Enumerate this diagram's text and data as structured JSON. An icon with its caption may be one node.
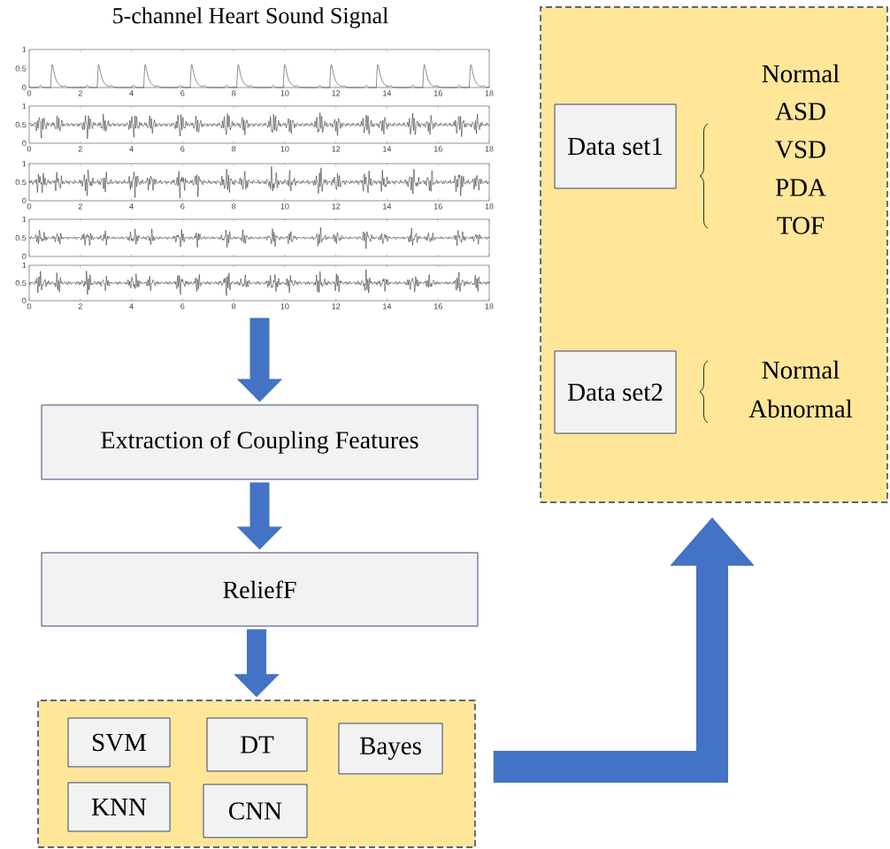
{
  "diagram": {
    "nodes": [
      {
        "text": [
          "5-channel Heart Sound Signal"
        ]
      },
      {
        "text": [
          "Extraction of Coupling Features"
        ]
      },
      {
        "text": [
          "ReliefF"
        ]
      },
      {
        "text": [],
        "shape": "box"
      },
      {
        "text": [
          "SVM"
        ],
        "in": 3
      },
      {
        "text": [
          "DT"
        ],
        "in": 3
      },
      {
        "text": [
          "Bayes"
        ],
        "in": 3
      },
      {
        "text": [
          "KNN"
        ],
        "in": 3
      },
      {
        "text": [
          "CNN"
        ],
        "in": 3
      },
      {
        "text": [],
        "shape": "box"
      },
      {
        "text": [
          "Data set1"
        ],
        "in": 9,
        "beside": [
          "Normal",
          "ASD",
          "VSD",
          "PDA",
          "TOF"
        ]
      },
      {
        "text": [
          "Data set2"
        ],
        "in": 9,
        "beside": [
          "Normal",
          "Abnormal"
        ]
      }
    ],
    "edges": [
      {
        "from": 0,
        "to": 1,
        "arrow": "to"
      },
      {
        "from": 1,
        "to": 2,
        "arrow": "to"
      },
      {
        "from": 2,
        "to": 3,
        "arrow": "to"
      },
      {
        "from": 3,
        "to": 9,
        "arrow": "to"
      }
    ],
    "labels": [
      "1",
      "0.5",
      "0",
      "0",
      "2",
      "4",
      "6",
      "8",
      "10",
      "12",
      "14",
      "16",
      "18",
      "1",
      "0.5",
      "0",
      "0",
      "2",
      "4",
      "6",
      "8",
      "10",
      "12",
      "14",
      "16",
      "18",
      "1",
      "0.5",
      "0",
      "0",
      "2",
      "4",
      "6",
      "8",
      "10",
      "12",
      "14",
      "16",
      "18",
      "1",
      "0.5",
      "0",
      "1",
      "0.5",
      "0",
      "0",
      "2",
      "4",
      "6",
      "8",
      "10",
      "12",
      "14",
      "16",
      "18"
    ]
  }
}
